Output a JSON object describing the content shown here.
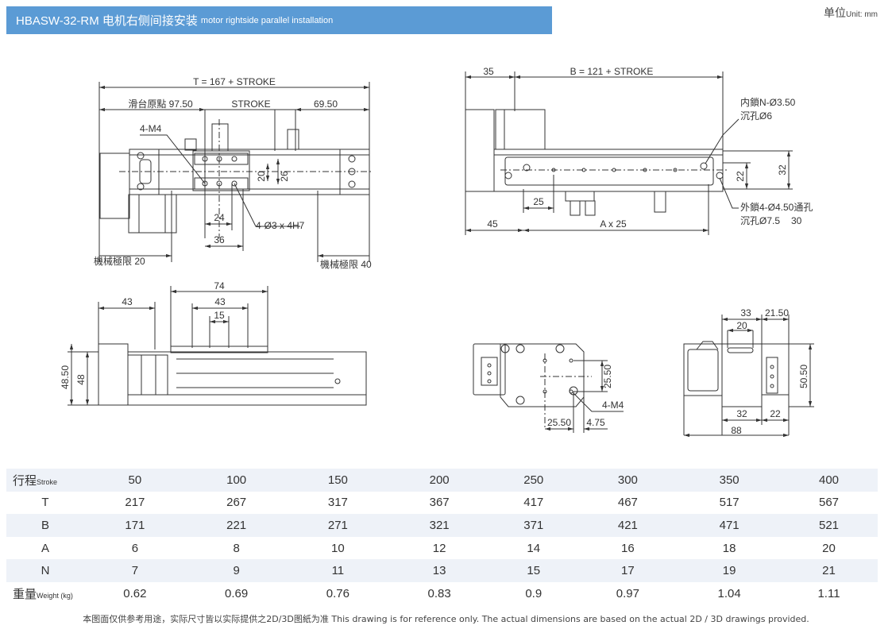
{
  "header": {
    "title_main": "HBASW-32-RM 电机右侧间接安装",
    "title_sub": "motor rightside parallel installation",
    "unit_main": "单位",
    "unit_sub": "Unit: mm"
  },
  "dims": {
    "t_total": "T = 167 + STROKE",
    "slider_origin": "滑台原點 97.50",
    "stroke": "STROKE",
    "d6950": "69.50",
    "m4_top": "4-M4",
    "d20": "20",
    "d26": "26",
    "d24": "24",
    "pin_holes": "4-Ø3 x 4H7",
    "d36": "36",
    "mech_limit_20": "機械極限 20",
    "mech_limit_40": "機械極限 40",
    "d35": "35",
    "b_total": "B = 121 + STROKE",
    "inner_lock": "内鎖N-Ø3.50",
    "inner_counter": "沉孔Ø6",
    "d22r": "22",
    "d32r": "32",
    "d25r": "25",
    "d45": "45",
    "a_total": "A x 25",
    "outer_lock": "外鎖4-Ø4.50通孔",
    "outer_counter": "沉孔Ø7.5",
    "outer_depth": "30",
    "d74": "74",
    "d43a": "43",
    "d43b": "43",
    "d15": "15",
    "d4850": "48.50",
    "d48": "48",
    "d2550v": "25.50",
    "m4_end": "4-M4",
    "d2550h": "25.50",
    "d475": "4.75",
    "d33": "33",
    "d2150": "21.50",
    "d20s": "20",
    "d5050": "50.50",
    "d32s": "32",
    "d22s": "22",
    "d88": "88"
  },
  "table": {
    "stroke_label": "行程",
    "stroke_label_en": "Stroke",
    "weight_label": "重量",
    "weight_label_en": "Weight (kg)",
    "rows": [
      {
        "label": "",
        "values": [
          "50",
          "100",
          "150",
          "200",
          "250",
          "300",
          "350",
          "400"
        ]
      },
      {
        "label": "T",
        "values": [
          "217",
          "267",
          "317",
          "367",
          "417",
          "467",
          "517",
          "567"
        ]
      },
      {
        "label": "B",
        "values": [
          "171",
          "221",
          "271",
          "321",
          "371",
          "421",
          "471",
          "521"
        ]
      },
      {
        "label": "A",
        "values": [
          "6",
          "8",
          "10",
          "12",
          "14",
          "16",
          "18",
          "20"
        ]
      },
      {
        "label": "N",
        "values": [
          "7",
          "9",
          "11",
          "13",
          "15",
          "17",
          "19",
          "21"
        ]
      },
      {
        "label": "",
        "values": [
          "0.62",
          "0.69",
          "0.76",
          "0.83",
          "0.9",
          "0.97",
          "1.04",
          "1.11"
        ]
      }
    ]
  },
  "footnote": "本图面仅供参考用途，实际尺寸皆以实际提供之2D/3D图紙为准 This drawing is for reference only. The actual dimensions are based on the actual 2D / 3D drawings provided."
}
